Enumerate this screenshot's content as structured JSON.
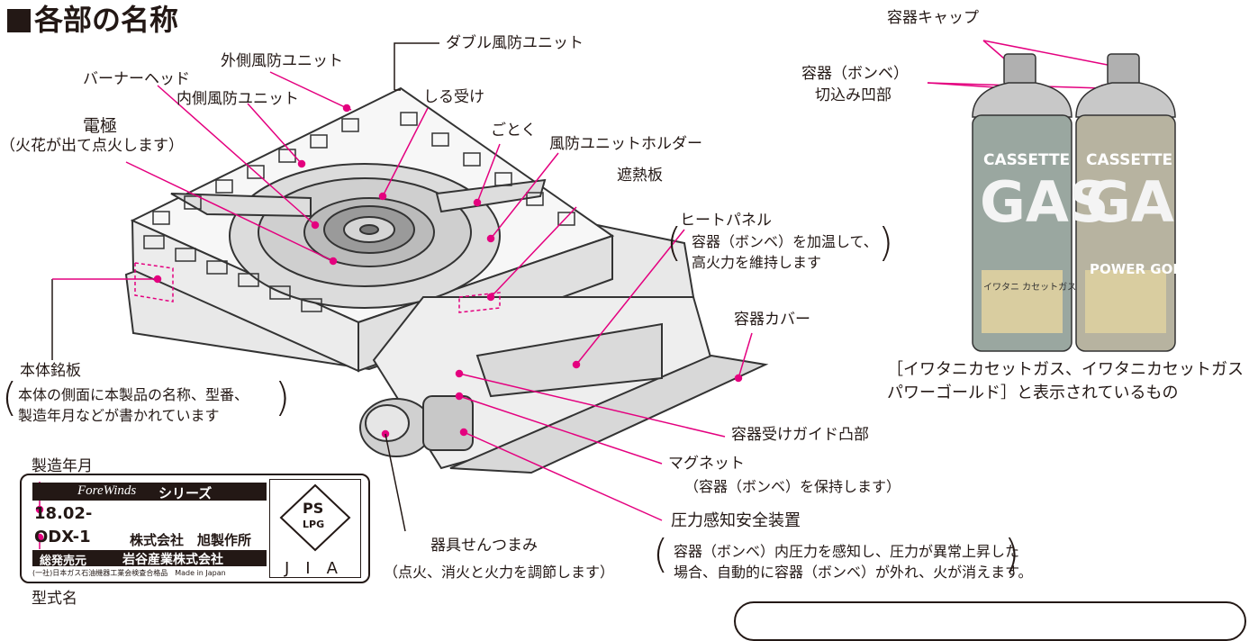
{
  "title": "各部の名称",
  "labels": {
    "outer_windscreen": "外側風防ユニット",
    "double_windscreen": "ダブル風防ユニット",
    "burner_head": "バーナーヘッド",
    "inner_windscreen": "内側風防ユニット",
    "drip_tray": "しる受け",
    "electrode": "電極",
    "electrode_note": "（火花が出て点火します）",
    "pan_support": "ごとく",
    "windscreen_holder": "風防ユニットホルダー",
    "heat_shield": "遮熱板",
    "heat_panel": "ヒートパネル",
    "heat_panel_note_1": "容器（ボンベ）を加温して、",
    "heat_panel_note_2": "高火力を維持します",
    "container_cover": "容器カバー",
    "name_plate": "本体銘板",
    "name_plate_note_1": "本体の側面に本製品の名称、型番、",
    "name_plate_note_2": "製造年月などが書かれています",
    "guide_bump": "容器受けガイド凸部",
    "magnet": "マグネット",
    "magnet_note": "（容器（ボンベ）を保持します）",
    "pressure_device": "圧力感知安全装置",
    "pressure_note_1": "容器（ボンベ）内圧力を感知し、圧力が異常上昇した",
    "pressure_note_2": "場合、自動的に容器（ボンベ）が外れ、火が消えます。",
    "knob": "器具せんつまみ",
    "knob_note": "（点火、消火と火力を調節します）",
    "mfg_date": "製造年月",
    "model_name": "型式名",
    "can_cap": "容器キャップ",
    "can_notch_1": "容器（ボンベ）",
    "can_notch_2": "切込み凹部",
    "can_caption_1": "［イワタニカセットガス、イワタニカセットガス",
    "can_caption_2": "パワーゴールド］と表示されているもの"
  },
  "plate": {
    "series_brand": "ForeWinds",
    "series_suffix": "シリーズ",
    "date_value": "18.02-",
    "model_value": "ODX-1",
    "maker": "株式会社　旭製作所",
    "seller_label": "総発売元",
    "seller": "岩谷産業株式会社",
    "footnote": "(一社)日本ガス石油機器工業会検査合格品　Made in Japan",
    "ps_mark_top": "PS",
    "ps_mark_bottom": "LPG",
    "jia": "J　I　A"
  },
  "cans": [
    {
      "brand": "CASSETTE",
      "big": "GAS",
      "band": "イワタニ カセットガス"
    },
    {
      "brand": "CASSETTE",
      "big": "GAS",
      "band": "POWER GOL"
    }
  ],
  "colors": {
    "leader": "#e4007f",
    "ink": "#231815"
  }
}
